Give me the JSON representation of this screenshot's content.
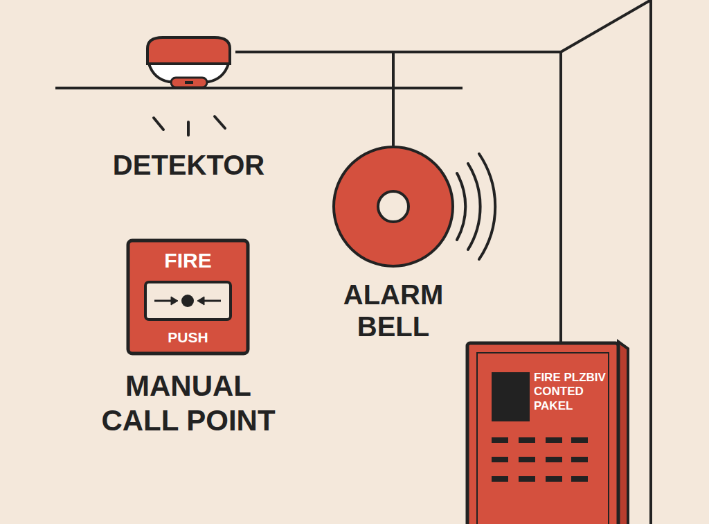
{
  "diagram": {
    "nodes": [
      {
        "text": [
          "DETEKTOR"
        ]
      },
      {
        "text": [
          "ALARM BELL"
        ]
      },
      {
        "text": [
          "FIRE",
          "PUSH",
          "MANUAL CALL POINT"
        ]
      },
      {
        "text": [
          "FIRE PLZBIV CONTED PAKEL"
        ]
      }
    ],
    "edges": [
      {
        "from": 0,
        "to": 3,
        "arrow": "none"
      },
      {
        "from": 1,
        "to": 3,
        "arrow": "none"
      }
    ]
  }
}
